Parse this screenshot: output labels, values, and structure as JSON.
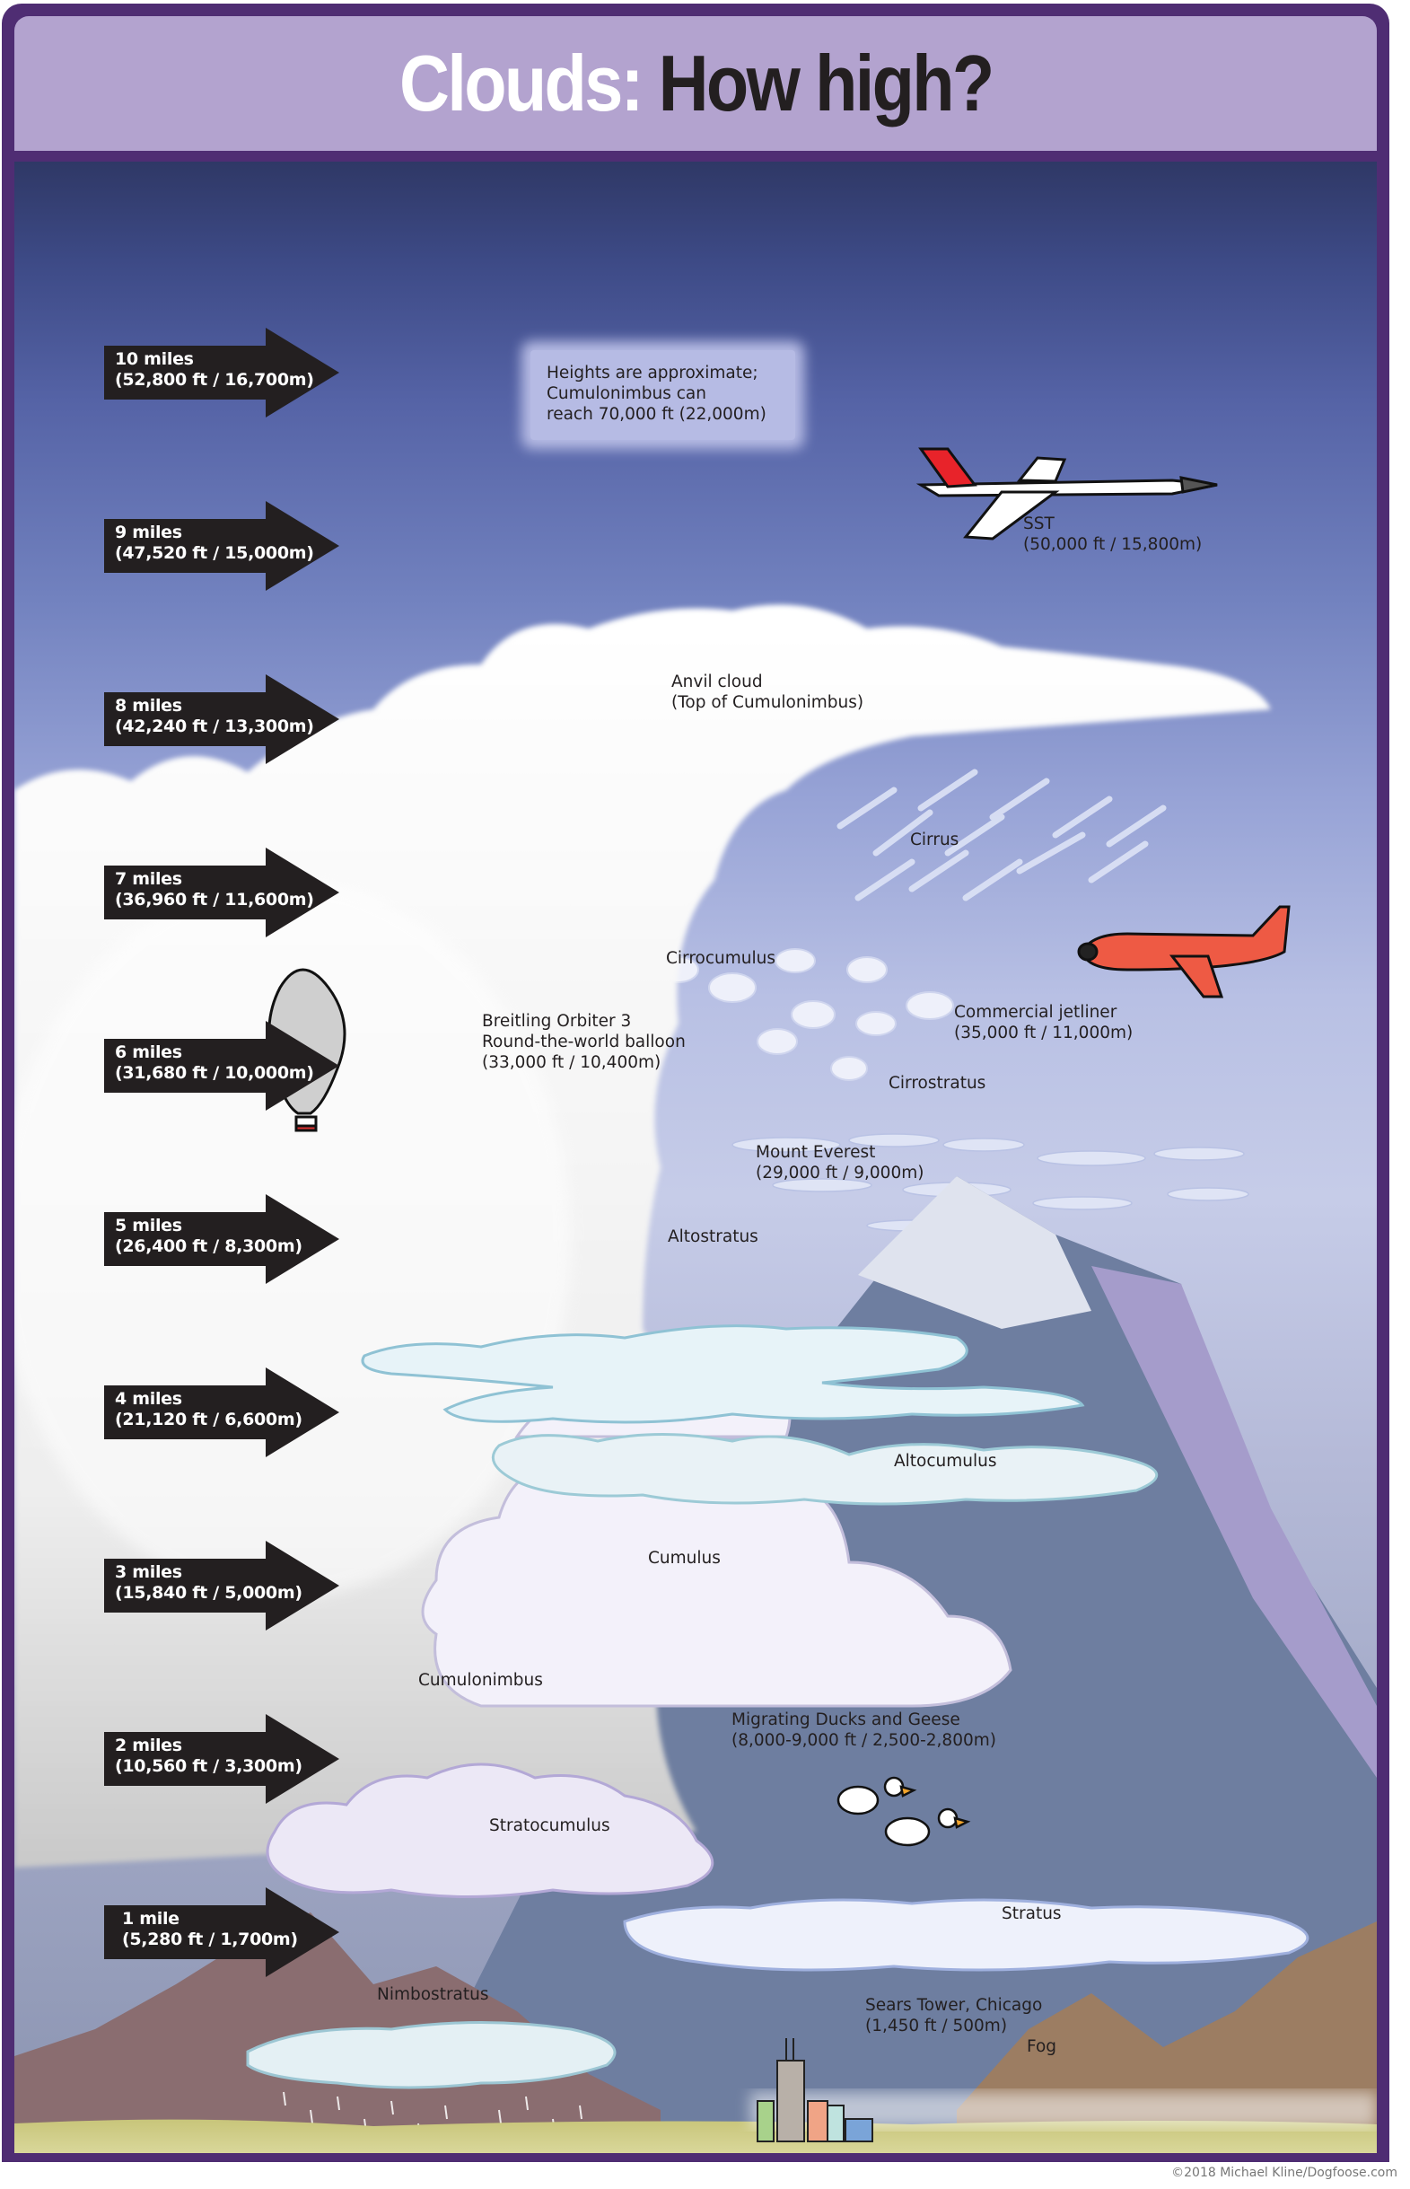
{
  "title": {
    "part1": "Clouds:",
    "part2": "How high?"
  },
  "note": {
    "line1": "Heights are approximate;",
    "line2": "Cumulonimbus can",
    "line3": "reach 70,000 ft (22,000m)"
  },
  "altitude_markers": [
    {
      "miles": "10 miles",
      "metric": "(52,800 ft / 16,700m)"
    },
    {
      "miles": "9 miles",
      "metric": "(47,520 ft / 15,000m)"
    },
    {
      "miles": "8 miles",
      "metric": "(42,240 ft / 13,300m)"
    },
    {
      "miles": "7 miles",
      "metric": "(36,960 ft / 11,600m)"
    },
    {
      "miles": "6 miles",
      "metric": "(31,680 ft / 10,000m)"
    },
    {
      "miles": "5 miles",
      "metric": "(26,400 ft / 8,300m)"
    },
    {
      "miles": "4 miles",
      "metric": "(21,120 ft / 6,600m)"
    },
    {
      "miles": "3 miles",
      "metric": "(15,840 ft / 5,000m)"
    },
    {
      "miles": "2 miles",
      "metric": "(10,560 ft / 3,300m)"
    },
    {
      "miles": "1 mile",
      "metric": "(5,280 ft / 1,700m)"
    }
  ],
  "objects": {
    "sst": {
      "name": "SST",
      "height": "(50,000 ft / 15,800m)"
    },
    "jetliner": {
      "name": "Commercial jetliner",
      "height": "(35,000 ft / 11,000m)"
    },
    "balloon": {
      "name": "Breitling Orbiter 3",
      "name2": "Round-the-world balloon",
      "height": "(33,000 ft / 10,400m)"
    },
    "everest": {
      "name": "Mount Everest",
      "height": "(29,000 ft / 9,000m)"
    },
    "birds": {
      "name": "Migrating Ducks and Geese",
      "height": "(8,000-9,000 ft  / 2,500-2,800m)"
    },
    "sears": {
      "name": "Sears Tower, Chicago",
      "height": "(1,450 ft  / 500m)"
    }
  },
  "clouds": {
    "anvil": {
      "name": "Anvil cloud",
      "sub": "(Top of Cumulonimbus)"
    },
    "cirrus": "Cirrus",
    "cirrocumulus": "Cirrocumulus",
    "cirrostratus": "Cirrostratus",
    "altostratus": "Altostratus",
    "altocumulus": "Altocumulus",
    "cumulus": "Cumulus",
    "cumulonimbus": "Cumulonimbus",
    "stratocumulus": "Stratocumulus",
    "stratus": "Stratus",
    "nimbostratus": "Nimbostratus",
    "fog": "Fog"
  },
  "credit": "©2018 Michael Kline/Dogfoose.com"
}
